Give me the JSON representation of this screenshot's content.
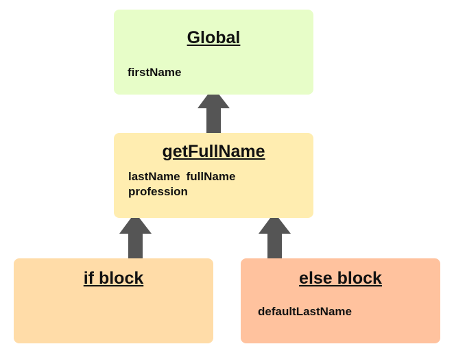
{
  "scopes": {
    "global": {
      "title": "Global",
      "vars": [
        "firstName"
      ]
    },
    "get_full_name": {
      "title": "getFullName",
      "vars": [
        "lastName",
        "fullName",
        "profession"
      ]
    },
    "if_block": {
      "title": "if block",
      "vars": []
    },
    "else_block": {
      "title": "else block",
      "vars": [
        "defaultLastName"
      ]
    }
  },
  "colors": {
    "global_bg": "#e7fdc8",
    "get_full_name_bg": "#ffedb0",
    "if_block_bg": "#ffdca8",
    "else_block_bg": "#ffc29e",
    "arrow": "#555555"
  }
}
